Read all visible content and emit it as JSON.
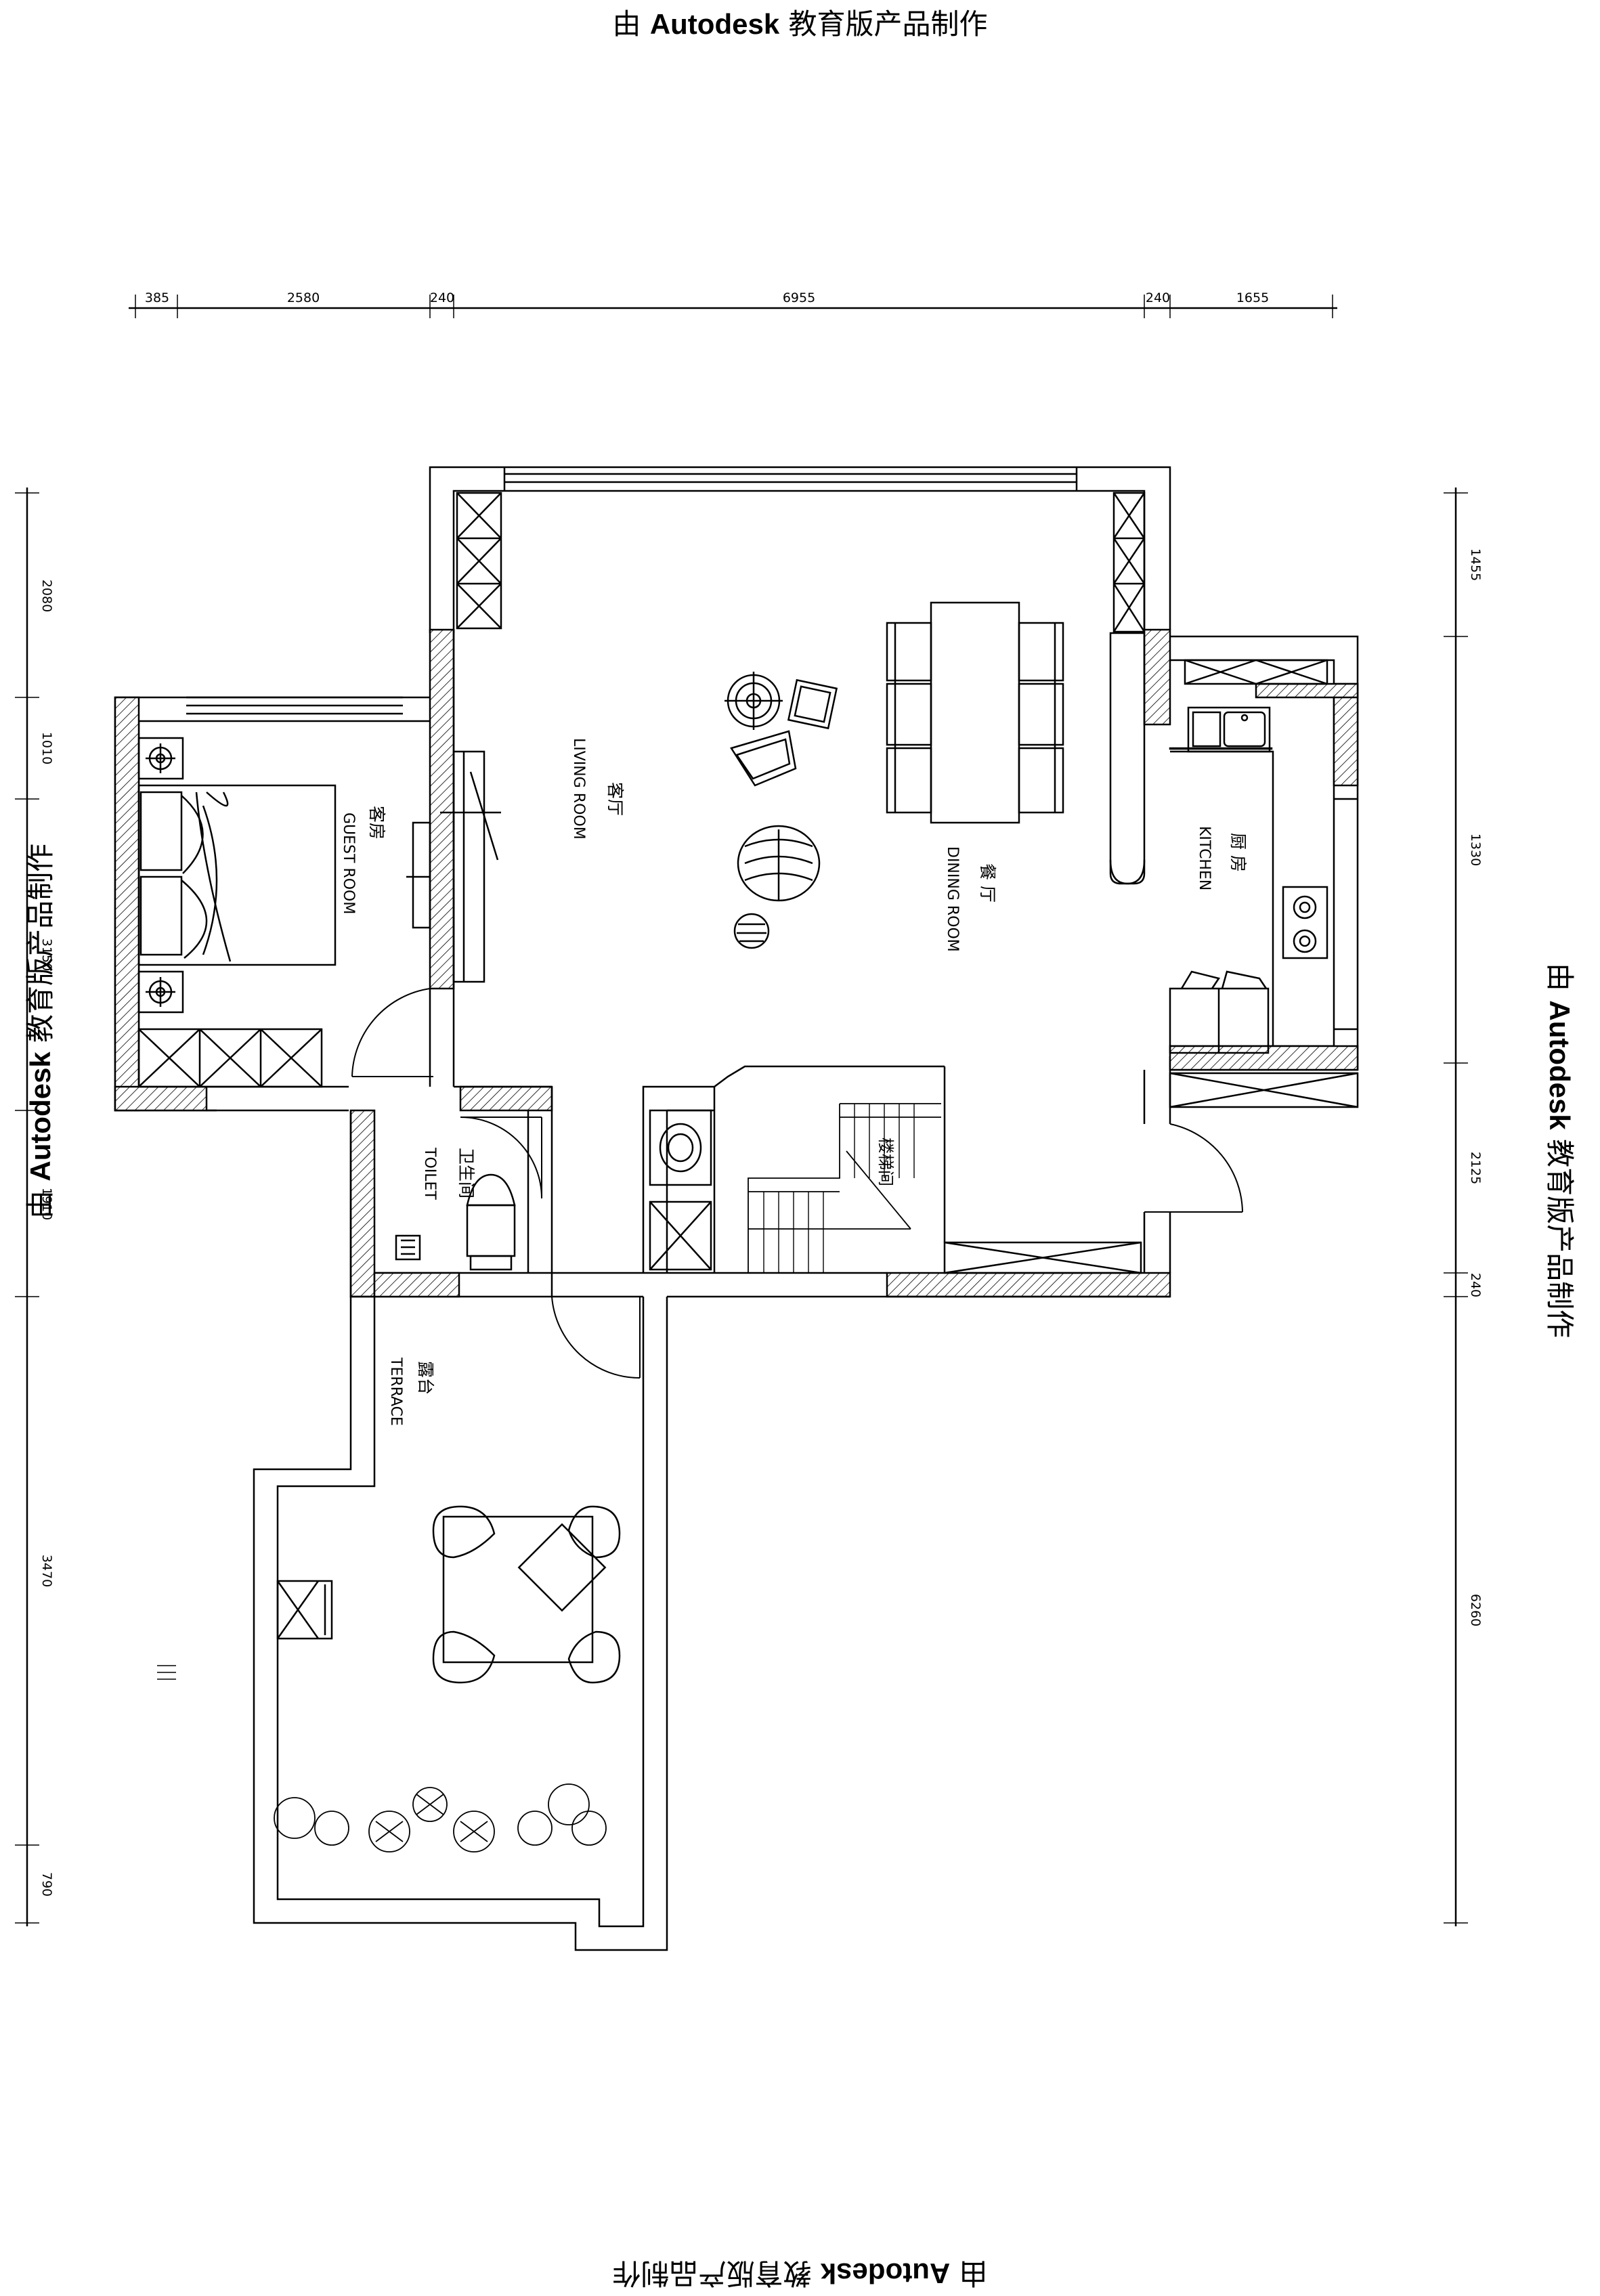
{
  "watermark": {
    "prefix": "由 ",
    "brand": "Autodesk",
    "suffix": " 教育版产品制作"
  },
  "dimensions": {
    "top": [
      "385",
      "2580",
      "240",
      "6955",
      "240",
      "1655"
    ],
    "left": [
      "2080",
      "1010",
      "3150",
      "1910",
      "3470",
      "790"
    ],
    "right": [
      "1455",
      "1330",
      "2125",
      "240",
      "6260"
    ]
  },
  "rooms": {
    "guest": {
      "cn": "客房",
      "en": "GUEST ROOM"
    },
    "living": {
      "cn": "客厅",
      "en": "LIVING ROOM"
    },
    "dining": {
      "cn": "餐 厅",
      "en": "DINING ROOM"
    },
    "kitchen": {
      "cn": "厨 房",
      "en": "KITCHEN"
    },
    "toilet": {
      "cn": "卫生间",
      "en": "TOILET"
    },
    "stair": {
      "cn": "楼梯间"
    },
    "terrace": {
      "cn": "露台",
      "en": "TERRACE"
    }
  }
}
